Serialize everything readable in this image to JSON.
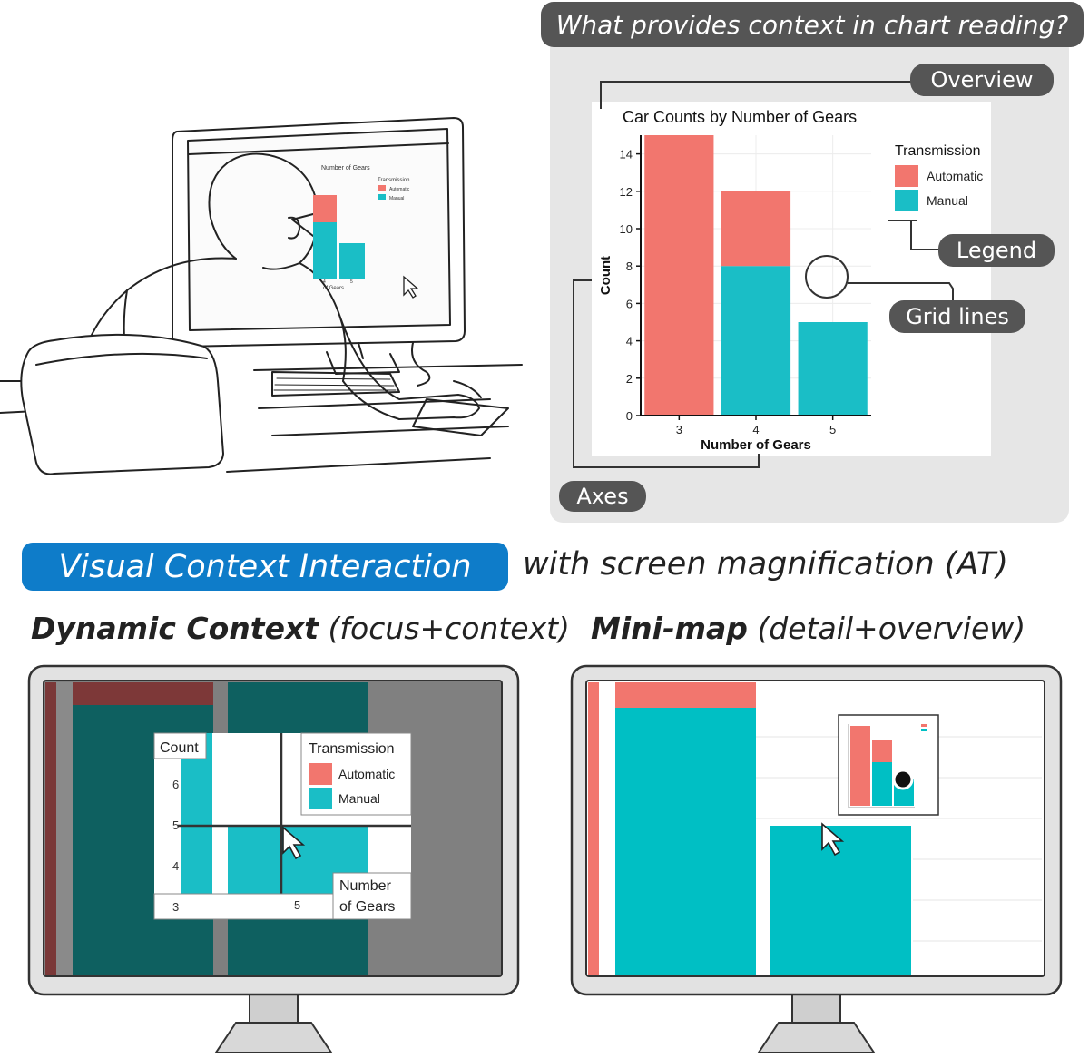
{
  "question": "What provides context in chart reading?",
  "labels": {
    "overview": "Overview",
    "legend": "Legend",
    "grid_lines": "Grid lines",
    "axes": "Axes"
  },
  "chart_data": {
    "type": "bar",
    "stacked": true,
    "title": "Car Counts by Number of Gears",
    "xlabel": "Number of Gears",
    "ylabel": "Count",
    "categories": [
      "3",
      "4",
      "5"
    ],
    "series": [
      {
        "name": "Manual",
        "values": [
          0,
          8,
          5
        ],
        "color": "#1abec6"
      },
      {
        "name": "Automatic",
        "values": [
          15,
          4,
          0
        ],
        "color": "#f2766e"
      }
    ],
    "ylim": [
      0,
      15
    ],
    "yticks": [
      0,
      2,
      4,
      6,
      8,
      10,
      12,
      14
    ],
    "legend_title": "Transmission",
    "legend_position": "right",
    "grid": true
  },
  "headline": {
    "pill": "Visual Context Interaction",
    "rest": "with screen magnification (AT)"
  },
  "dynamic_context": {
    "title": "Dynamic Context",
    "subtitle": "(focus+context)",
    "count_label": "Count",
    "y_ticks": [
      "6",
      "5",
      "4",
      "3"
    ],
    "x_tick": "5",
    "legend_title": "Transmission",
    "legend_items": [
      "Automatic",
      "Manual"
    ],
    "x_label_line1": "Number",
    "x_label_line2": "of Gears"
  },
  "mini_map": {
    "title": "Mini-map",
    "subtitle": "(detail+overview)"
  },
  "sketch": {
    "screen_title": "Number of Gears",
    "legend_title": "Transmission",
    "legend_items": [
      "Automatic",
      "Manual"
    ],
    "axis_label": "of Gears",
    "ticks": [
      "4",
      "5"
    ]
  },
  "colors": {
    "automatic": "#f2766e",
    "manual": "#1abec6",
    "accent_blue": "#0e7cc9",
    "label_gray": "#555555"
  }
}
